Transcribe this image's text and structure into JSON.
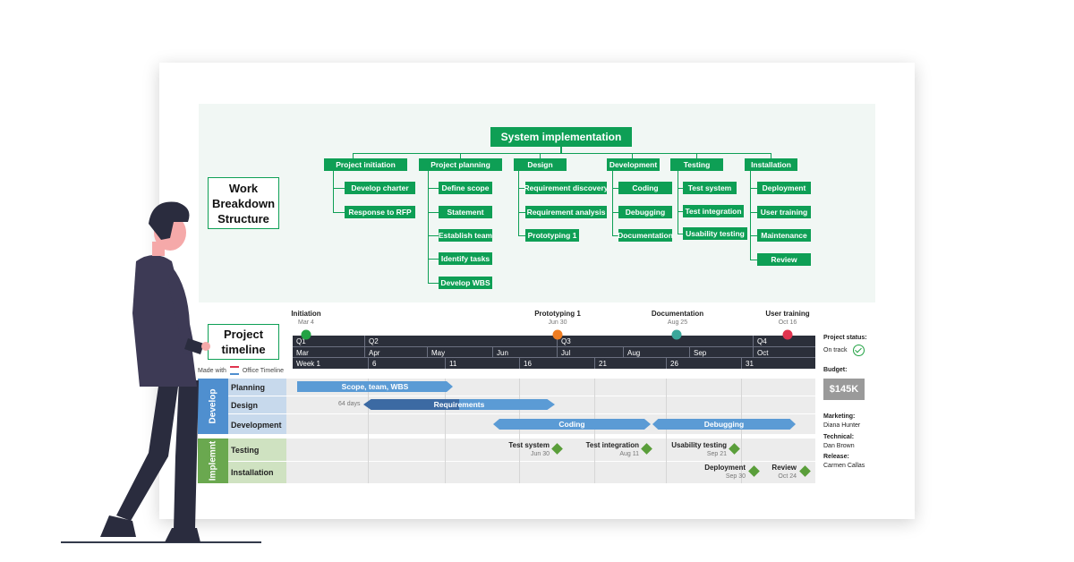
{
  "wbs": {
    "title": "Work Breakdown Structure",
    "root": "System implementation",
    "branches": [
      {
        "label": "Project initiation",
        "children": [
          "Develop charter",
          "Response to RFP"
        ]
      },
      {
        "label": "Project planning",
        "children": [
          "Define scope",
          "Statement",
          "Establish team",
          "Identify tasks",
          "Develop WBS"
        ]
      },
      {
        "label": "Design",
        "children": [
          "Requirement discovery",
          "Requirement analysis",
          "Prototyping 1"
        ]
      },
      {
        "label": "Development",
        "children": [
          "Coding",
          "Debugging",
          "Documentation"
        ]
      },
      {
        "label": "Testing",
        "children": [
          "Test system",
          "Test integration",
          "Usability testing"
        ]
      },
      {
        "label": "Installation",
        "children": [
          "Deployment",
          "User training",
          "Maintenance",
          "Review"
        ]
      }
    ]
  },
  "timeline": {
    "title": "Project timeline",
    "made_with": "Made with",
    "made_with_brand": "Office Timeline",
    "milestones": [
      {
        "label": "Initiation",
        "date": "Mar 4",
        "color": "#22a244"
      },
      {
        "label": "Prototyping 1",
        "date": "Jun 30",
        "color": "#ef7d22"
      },
      {
        "label": "Documentation",
        "date": "Aug 25",
        "color": "#3aa79a"
      },
      {
        "label": "User training",
        "date": "Oct 16",
        "color": "#e0344f"
      }
    ],
    "quarters": [
      "Q1",
      "Q2",
      "Q3",
      "Q4"
    ],
    "months": [
      "Mar",
      "Apr",
      "May",
      "Jun",
      "Jul",
      "Aug",
      "Sep",
      "Oct"
    ],
    "weeks": [
      "Week 1",
      "6",
      "11",
      "16",
      "21",
      "26",
      "31"
    ],
    "groups": [
      {
        "label": "Develop",
        "color": "#4f8fcf",
        "rows": [
          "Planning",
          "Design",
          "Development"
        ]
      },
      {
        "label": "Implemnt",
        "color": "#6aa84f",
        "rows": [
          "Testing",
          "Installation"
        ]
      }
    ],
    "bars": [
      {
        "label": "Scope, team, WBS",
        "color": "#5b9bd5"
      },
      {
        "label": "Requirements",
        "color": "#3c6aa3",
        "duration": "64 days"
      },
      {
        "label": "Coding",
        "color": "#5b9bd5"
      },
      {
        "label": "Debugging",
        "color": "#5b9bd5"
      }
    ],
    "task_milestones": [
      {
        "label": "Test system",
        "date": "Jun 30"
      },
      {
        "label": "Test integration",
        "date": "Aug 11"
      },
      {
        "label": "Usability testing",
        "date": "Sep 21"
      },
      {
        "label": "Deployment",
        "date": "Sep 30"
      },
      {
        "label": "Review",
        "date": "Oct 24"
      }
    ]
  },
  "side": {
    "status_label": "Project status:",
    "status_value": "On track",
    "budget_label": "Budget:",
    "budget_value": "$145K",
    "marketing_label": "Marketing:",
    "marketing_value": "Diana Hunter",
    "technical_label": "Technical:",
    "technical_value": "Dan Brown",
    "release_label": "Release:",
    "release_value": "Carmen Callas"
  },
  "colors": {
    "wbs_green": "#0e9f55",
    "scale_dark": "#2b2f3a",
    "budget_gray": "#9a9a9a"
  }
}
